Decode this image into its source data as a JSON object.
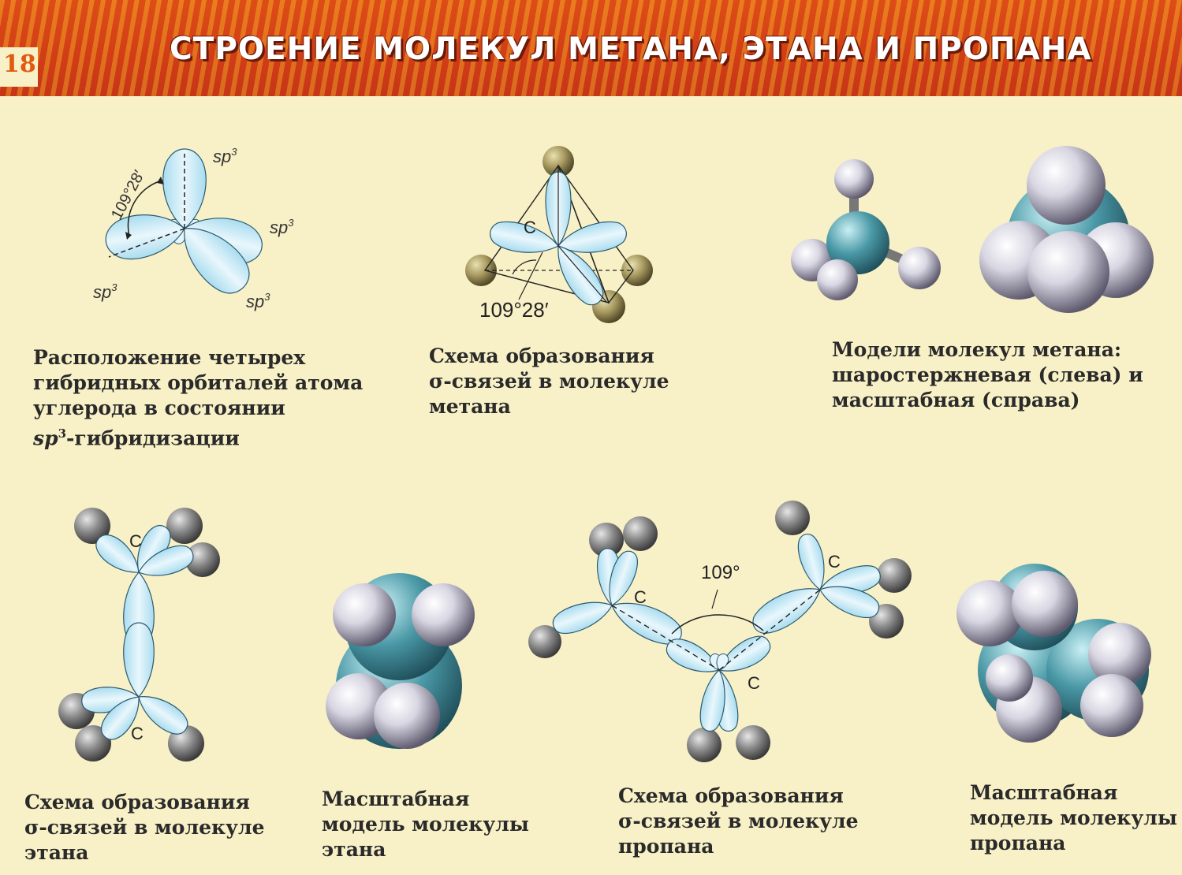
{
  "header": {
    "page_number": "18",
    "title": "СТРОЕНИЕ МОЛЕКУЛ МЕТАНА, ЭТАНА И ПРОПАНА"
  },
  "diagram_labels": {
    "sp3_base": "sp",
    "sp3_exp": "3",
    "angle_methane_orbital": "109°28′",
    "angle_methane_tetra": "109°28′",
    "carbon": "C",
    "angle_propane": "109°"
  },
  "captions": {
    "orbitals": {
      "line1": "Расположение четырех",
      "line2": "гибридных орбиталей атома",
      "line3": "углерода в состоянии",
      "line4_sp": "sp",
      "line4_exp": "3",
      "line4_rest": "-гибридизации"
    },
    "methane_sigma": {
      "line1": "Схема образования",
      "line2": "σ-связей в молекуле",
      "line3": "метана"
    },
    "methane_models": {
      "line1": "Модели молекул метана:",
      "line2": "шаростержневая (слева) и",
      "line3": "масштабная (справа)"
    },
    "ethane_sigma": {
      "line1": "Схема образования",
      "line2": "σ-связей в молекуле",
      "line3": "этана"
    },
    "ethane_scale": {
      "line1": "Масштабная",
      "line2": "модель молекулы",
      "line3": "этана"
    },
    "propane_sigma": {
      "line1": "Схема образования",
      "line2": "σ-связей в молекуле",
      "line3": "пропана"
    },
    "propane_scale": {
      "line1": "Масштабная",
      "line2": "модель молекулы",
      "line3": "пропана"
    }
  },
  "colors": {
    "banner": "#d2401a",
    "background": "#f8f0c6",
    "orbital": "#bfe6f4",
    "carbon": "#3d8c9a",
    "hydrogen": "#e4e4ea"
  }
}
